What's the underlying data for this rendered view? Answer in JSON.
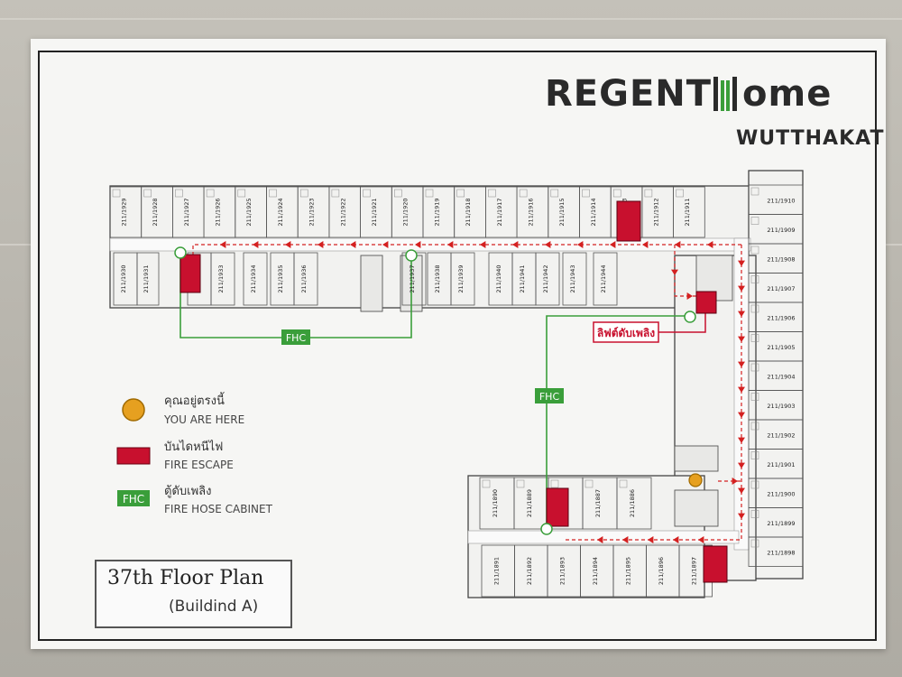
{
  "header": {
    "brand_part1": "REGENT",
    "brand_part2": "ome",
    "location": "WUTTHAKAT"
  },
  "legend": [
    {
      "icon": "yellow-circle",
      "label_th": "คุณอยู่ตรงนี้",
      "label_en": "YOU ARE HERE"
    },
    {
      "icon": "red-rectangle",
      "label_th": "บันไดหนีไฟ",
      "label_en": "FIRE ESCAPE"
    },
    {
      "icon": "fhc-green-box",
      "icon_text": "FHC",
      "label_th": "ตู้ดับเพลิง",
      "label_en": "FIRE HOSE CABINET"
    }
  ],
  "plan_labels": {
    "fhc": "FHC",
    "fire_lift": "ลิฟต์ดับเพลิง"
  },
  "units": {
    "north_row": [
      "211/1929",
      "211/1928",
      "211/1927",
      "211/1926",
      "211/1925",
      "211/1924",
      "211/1923",
      "211/1922",
      "211/1921",
      "211/1920",
      "211/1919",
      "211/1918",
      "211/1917",
      "211/1916",
      "211/1915",
      "211/1914",
      "211/1913",
      "211/1912",
      "211/1911"
    ],
    "south_row": [
      "211/1930",
      "211/1931",
      "211/1932",
      "211/1933",
      "211/1934",
      "211/1935",
      "211/1936",
      "211/1937",
      "211/1938",
      "211/1939",
      "211/1940",
      "211/1941",
      "211/1942",
      "211/1943",
      "211/1944"
    ],
    "east_column": [
      "211/1910",
      "211/1909",
      "211/1908",
      "211/1907",
      "211/1906",
      "211/1905",
      "211/1904",
      "211/1903",
      "211/1902",
      "211/1901",
      "211/1900",
      "211/1899",
      "211/1898"
    ],
    "wing_upper": [
      "211/1890",
      "211/1889",
      "211/1888",
      "211/1887",
      "211/1886"
    ],
    "wing_lower": [
      "211/1891",
      "211/1892",
      "211/1893",
      "211/1894",
      "211/1895",
      "211/1896",
      "211/1897"
    ]
  },
  "title": {
    "main": "37th Floor  Plan",
    "sub": "(Buildind A)"
  },
  "colors": {
    "fire_escape": "#c8102e",
    "fhc_green": "#3a9e3a",
    "you_are_here": "#e6a020",
    "route_red": "#d42020"
  }
}
